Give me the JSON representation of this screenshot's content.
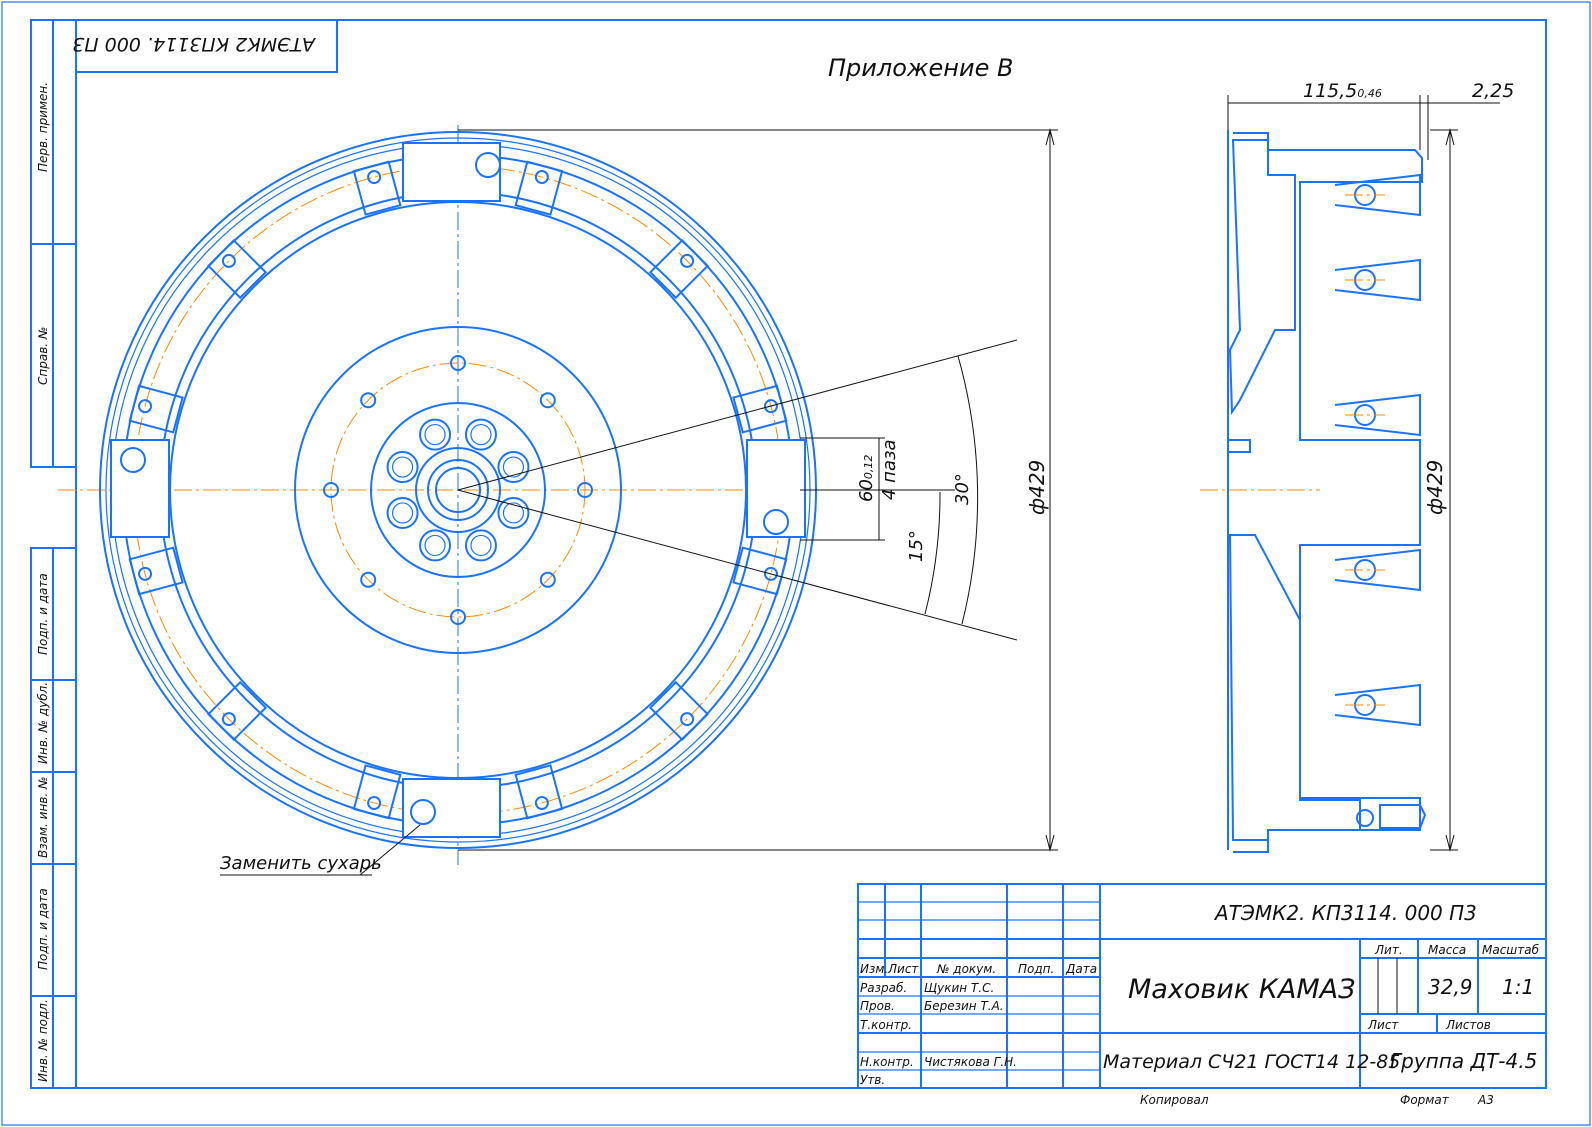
{
  "colors": {
    "line": "#1a73ff",
    "center": "#ff8a00",
    "dim": "#111111"
  },
  "stamp": "АТЭМК2 КП3114. 000 П3",
  "appendix": "Приложение В",
  "side_labels": [
    "Перв. примен.",
    "Справ. №",
    "Подп. и дата",
    "Инв. № дубл.",
    "Взам. инв. №",
    "Подп. и дата",
    "Инв. № подл."
  ],
  "dims": {
    "dia_front": "ф429",
    "dia_side": "ф429",
    "slot": "60",
    "slot_tol": "0,12",
    "slot_note": "4 паза",
    "angle_30": "30°",
    "angle_15": "15°",
    "width": "115,5",
    "width_tol": "0,46",
    "offset": "2,25"
  },
  "note": "Заменить сухарь",
  "title_block": {
    "designation": "АТЭМК2. КП3114. 000 П3",
    "name": "Маховик КАМАЗ",
    "headers": {
      "izm": "Изм.",
      "list": "Лист",
      "doc": "№ докум.",
      "podp": "Подп.",
      "date": "Дата"
    },
    "roles": [
      {
        "role": "Разраб.",
        "person": "Щукин Т.С."
      },
      {
        "role": "Пров.",
        "person": "Березин Т.А."
      },
      {
        "role": "Т.контр.",
        "person": ""
      },
      {
        "role": "Н.контр.",
        "person": "Чистякова Г.Н."
      },
      {
        "role": "Утв.",
        "person": ""
      }
    ],
    "lit_label": "Лит.",
    "mass_label": "Масса",
    "scale_label": "Масштаб",
    "mass": "32,9",
    "scale": "1:1",
    "sheet_label": "Лист",
    "sheets_label": "Листов",
    "material": "Материал СЧ21 ГОСТ14 12-85",
    "group": "Группа ДТ-4.5"
  },
  "footer": {
    "copied": "Копировал",
    "format_label": "Формат",
    "format": "А3"
  }
}
